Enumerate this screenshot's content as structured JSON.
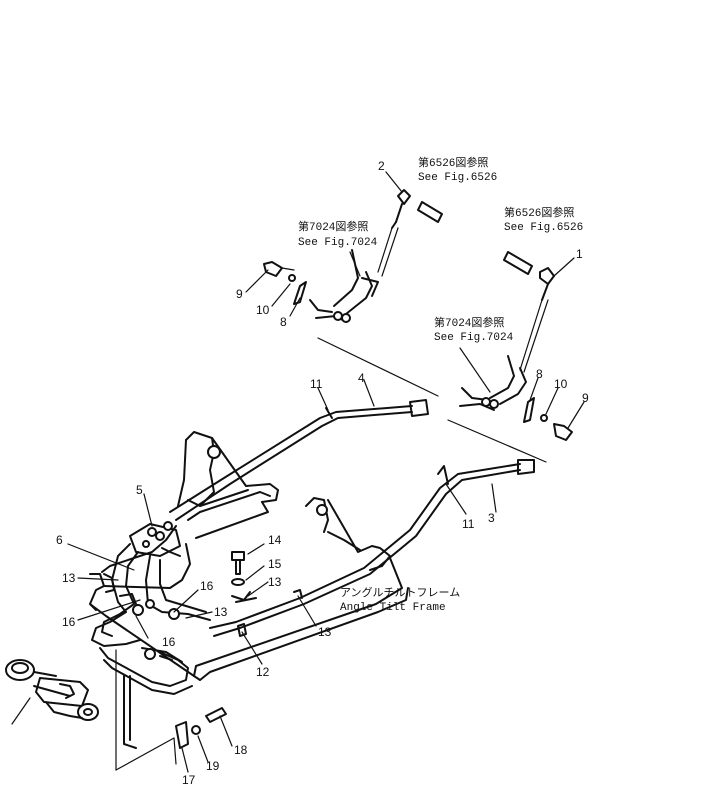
{
  "notes": {
    "fig6526_a_jp": "第6526図参照",
    "fig6526_a_en": "See Fig.6526",
    "fig6526_b_jp": "第6526図参照",
    "fig6526_b_en": "See Fig.6526",
    "fig7024_a_jp": "第7024図参照",
    "fig7024_a_en": "See Fig.7024",
    "fig7024_b_jp": "第7024図参照",
    "fig7024_b_en": "See Fig.7024",
    "frame_jp": "アングルチルトフレーム",
    "frame_en": "Angle Tilt Frame"
  },
  "callouts": {
    "c1": "1",
    "c2": "2",
    "c3": "3",
    "c4": "4",
    "c5": "5",
    "c6": "6",
    "c8a": "8",
    "c8b": "8",
    "c9a": "9",
    "c9b": "9",
    "c10a": "10",
    "c10b": "10",
    "c11a": "11",
    "c11b": "11",
    "c12": "12",
    "c13a": "13",
    "c13b": "13",
    "c13c": "13",
    "c13d": "13",
    "c14": "14",
    "c15": "15",
    "c16a": "16",
    "c16b": "16",
    "c16c": "16",
    "c17": "17",
    "c18": "18",
    "c19": "19"
  }
}
